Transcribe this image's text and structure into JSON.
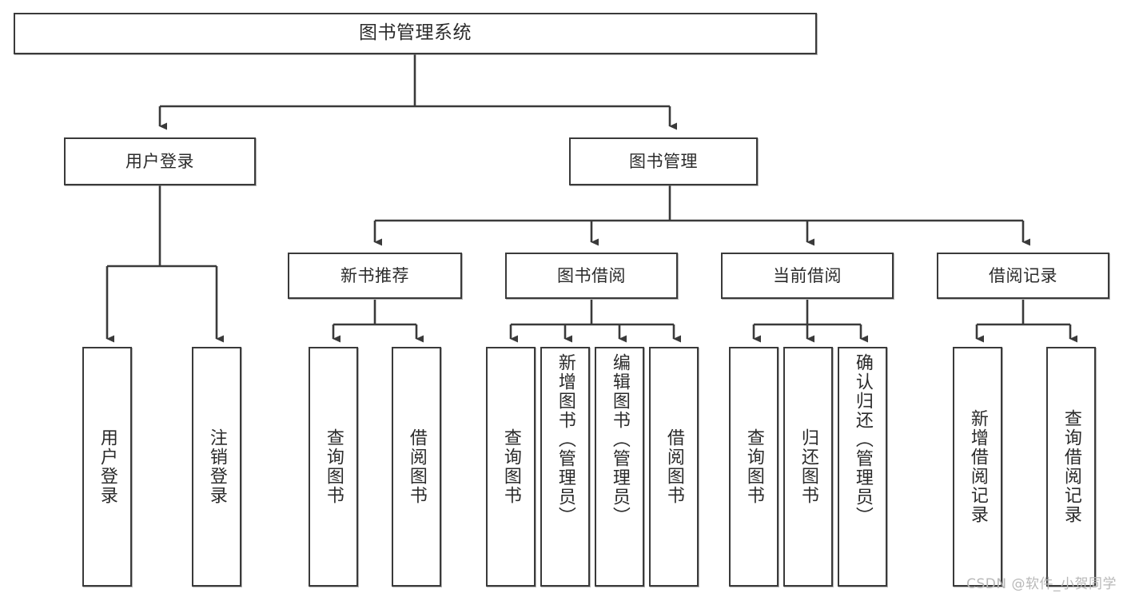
{
  "diagram": {
    "title": "图书管理系统",
    "type": "tree-hierarchy",
    "watermark": "CSDN @软件_小贺同学",
    "colors": {
      "border": "#3a3a3a",
      "background": "#ffffff",
      "text": "#2b2b2b",
      "connector": "#3a3a3a",
      "watermark": "#b8b8b8"
    },
    "levels": {
      "root": "图书管理系统",
      "level1": [
        "用户登录",
        "图书管理"
      ],
      "level2": [
        "新书推荐",
        "图书借阅",
        "当前借阅",
        "借阅记录"
      ]
    },
    "nodes": {
      "root": {
        "label": "图书管理系统"
      },
      "user_login": {
        "label": "用户登录"
      },
      "book_manage": {
        "label": "图书管理"
      },
      "new_book_rec": {
        "label": "新书推荐"
      },
      "book_borrow": {
        "label": "图书借阅"
      },
      "current_borrow": {
        "label": "当前借阅"
      },
      "borrow_record": {
        "label": "借阅记录"
      },
      "leaf_user_login": {
        "label": "用户登录"
      },
      "leaf_logout": {
        "label": "注销登录"
      },
      "leaf_query_book_a": {
        "label": "查询图书"
      },
      "leaf_borrow_book_a": {
        "label": "借阅图书"
      },
      "leaf_query_book_b": {
        "label": "查询图书"
      },
      "leaf_add_book": {
        "label": "新增图书（管理员）"
      },
      "leaf_edit_book": {
        "label": "编辑图书（管理员）"
      },
      "leaf_borrow_book_b": {
        "label": "借阅图书"
      },
      "leaf_query_book_c": {
        "label": "查询图书"
      },
      "leaf_return_book": {
        "label": "归还图书"
      },
      "leaf_confirm_return": {
        "label": "确认归还（管理员）"
      },
      "leaf_add_record": {
        "label": "新增借阅记录"
      },
      "leaf_query_record": {
        "label": "查询借阅记录"
      }
    },
    "edges": [
      {
        "from": "root",
        "to": "user_login"
      },
      {
        "from": "root",
        "to": "book_manage"
      },
      {
        "from": "user_login",
        "to": "leaf_user_login"
      },
      {
        "from": "user_login",
        "to": "leaf_logout"
      },
      {
        "from": "book_manage",
        "to": "new_book_rec"
      },
      {
        "from": "book_manage",
        "to": "book_borrow"
      },
      {
        "from": "book_manage",
        "to": "current_borrow"
      },
      {
        "from": "book_manage",
        "to": "borrow_record"
      },
      {
        "from": "new_book_rec",
        "to": "leaf_query_book_a"
      },
      {
        "from": "new_book_rec",
        "to": "leaf_borrow_book_a"
      },
      {
        "from": "book_borrow",
        "to": "leaf_query_book_b"
      },
      {
        "from": "book_borrow",
        "to": "leaf_add_book"
      },
      {
        "from": "book_borrow",
        "to": "leaf_edit_book"
      },
      {
        "from": "book_borrow",
        "to": "leaf_borrow_book_b"
      },
      {
        "from": "current_borrow",
        "to": "leaf_query_book_c"
      },
      {
        "from": "current_borrow",
        "to": "leaf_return_book"
      },
      {
        "from": "current_borrow",
        "to": "leaf_confirm_return"
      },
      {
        "from": "borrow_record",
        "to": "leaf_add_record"
      },
      {
        "from": "borrow_record",
        "to": "leaf_query_record"
      }
    ]
  }
}
